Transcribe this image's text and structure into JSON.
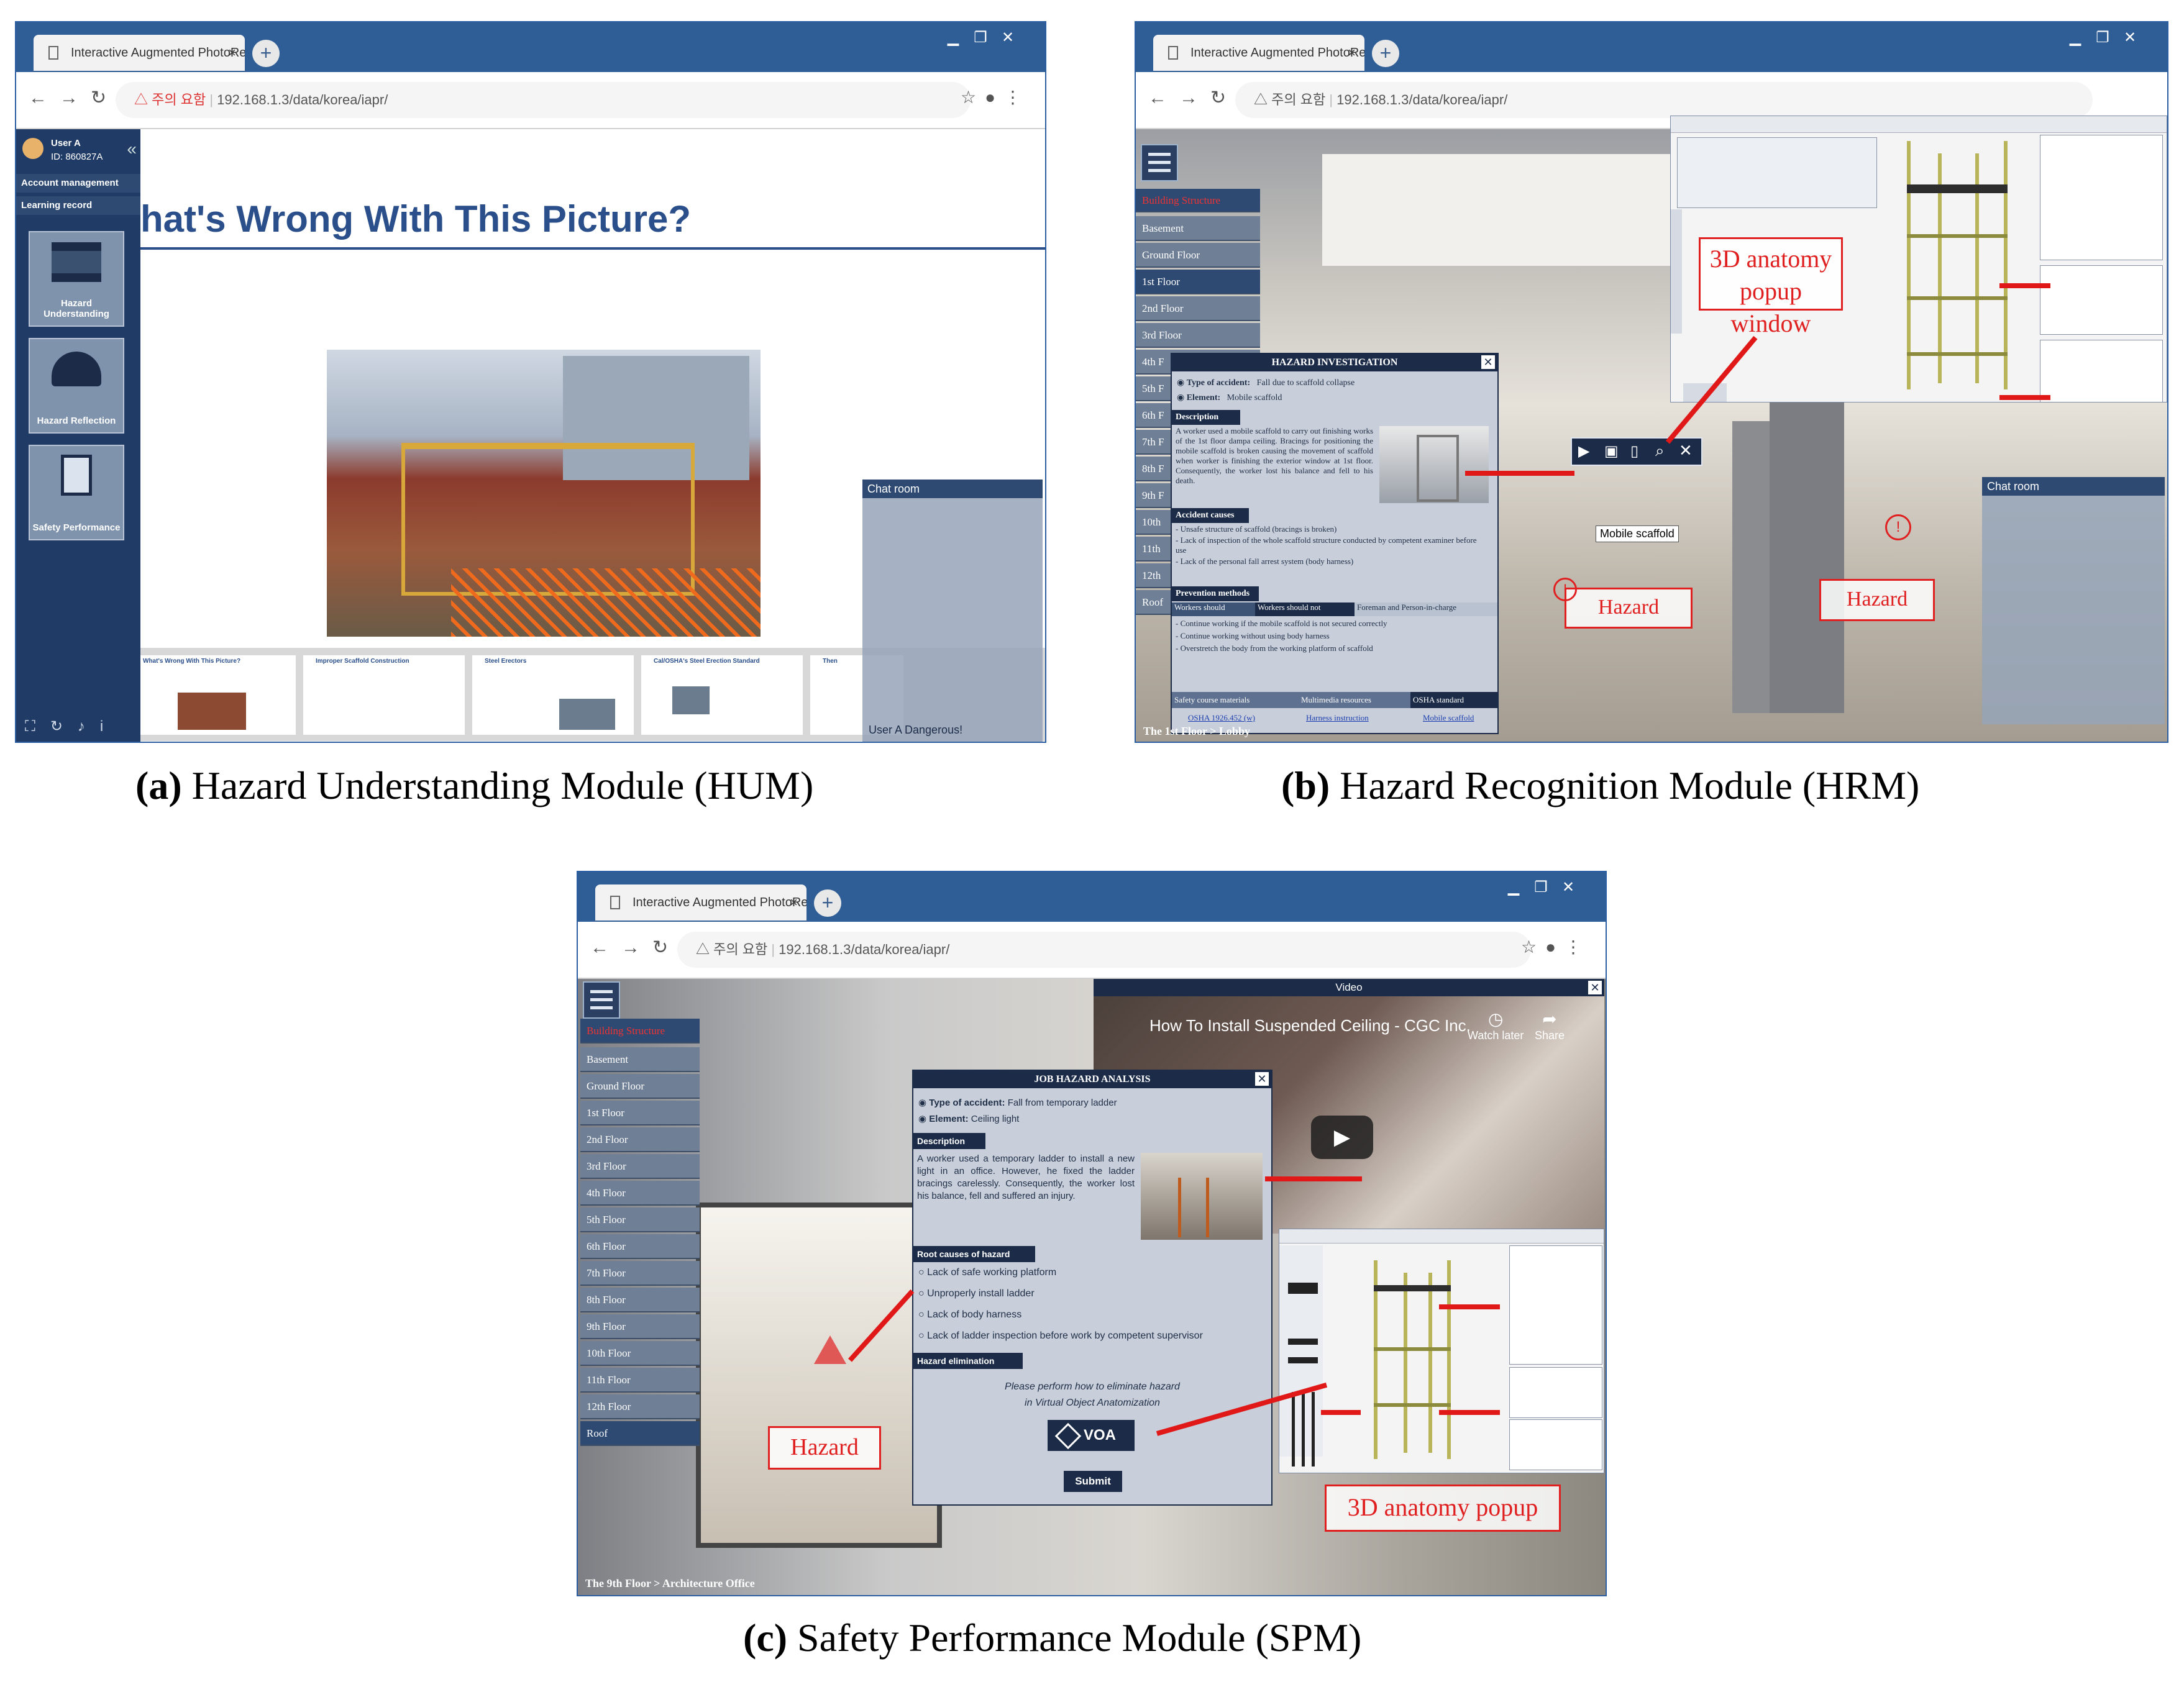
{
  "browser": {
    "tab_title": "Interactive Augmented PhotoRe",
    "tab_close": "×",
    "new_tab": "+",
    "address_warning": "△ 주의 요함",
    "address_url": "192.168.1.3/data/korea/iapr/",
    "window_controls": [
      "▁",
      "❐",
      "✕"
    ]
  },
  "panel_a": {
    "user_name": "User A",
    "user_id": "ID: 860827A",
    "account_management": "Account management",
    "learning_record": "Learning record",
    "modules": [
      {
        "label": "Hazard Understanding",
        "icon": "books-icon"
      },
      {
        "label": "Hazard Reflection",
        "icon": "hardhat-icon"
      },
      {
        "label": "Safety Performance",
        "icon": "clipboard-icon"
      }
    ],
    "slide_title": "hat's Wrong With This Picture?",
    "thumbnails": [
      "What's Wrong With This Picture?",
      "Improper Scaffold Construction",
      "Steel Erectors",
      "Cal/OSHA's Steel Erection Standard",
      "Then"
    ],
    "chat_title": "Chat room",
    "chat_message": "User A  Dangerous!",
    "caption_letter": "(a)",
    "caption_text": "Hazard Understanding Module (HUM)"
  },
  "panel_b": {
    "menu_header": "Building Structure",
    "menu_items": [
      "Basement",
      "Ground Floor",
      "1st Floor",
      "2nd Floor",
      "3rd Floor",
      "4th F",
      "5th F",
      "6th F",
      "7th F",
      "8th F",
      "9th F",
      "10th",
      "11th",
      "12th",
      "Roof"
    ],
    "dialog_title": "HAZARD INVESTIGATION",
    "type_label": "Type of accident:",
    "type_value": "Fall due to scaffold collapse",
    "element_label": "Element:",
    "element_value": "Mobile scaffold",
    "description_header": "Description",
    "description": "A worker used a mobile scaffold to carry out finishing works of the 1st floor dampa ceiling. Bracings for positioning the mobile scaffold is broken causing the movement of scaffold when worker is finishing the exterior window at 1st floor. Consequently, the worker lost his balance and fell to his death.",
    "causes_header": "Accident causes",
    "causes": [
      "- Unsafe structure of scaffold (bracings is broken)",
      "- Lack of inspection of the whole scaffold structure conducted by competent examiner before use",
      "- Lack of the personal fall arrest system (body harness)"
    ],
    "prevention_header": "Prevention methods",
    "prevention_tabs": [
      "Workers should",
      "Workers should not",
      "Foreman and Person-in-charge"
    ],
    "prevention": [
      "- Continue working if the mobile scaffold is not secured correctly",
      "- Continue working without using body harness",
      "- Overstretch the body from the working platform of scaffold"
    ],
    "resource_headers": [
      "Safety course materials",
      "Multimedia resources",
      "OSHA standard"
    ],
    "resource_links": [
      "OSHA 1926.452 (w)",
      "Harness instruction",
      "Mobile scaffold"
    ],
    "mobile_scaffold_tag": "Mobile scaffold",
    "hazard_labels": [
      "Hazard",
      "Hazard"
    ],
    "anatomy_label": "3D anatomy popup window",
    "chat_title": "Chat room",
    "location": "The 1st Floor > Lobby",
    "caption_letter": "(b)",
    "caption_text": "Hazard Recognition Module (HRM)"
  },
  "panel_c": {
    "menu_header": "Building Structure",
    "menu_items": [
      "Basement",
      "Ground Floor",
      "1st Floor",
      "2nd Floor",
      "3rd Floor",
      "4th Floor",
      "5th Floor",
      "6th Floor",
      "7th Floor",
      "8th Floor",
      "9th Floor",
      "10th Floor",
      "11th Floor",
      "12th Floor",
      "Roof"
    ],
    "video_title": "Video",
    "video_name": "How To Install Suspended Ceiling - CGC Inc.",
    "watch_later": "Watch later",
    "share": "Share",
    "dialog_title": "JOB HAZARD ANALYSIS",
    "type_label": "Type of accident:",
    "type_value": "Fall from temporary ladder",
    "element_label": "Element:",
    "element_value": "Ceiling light",
    "description_header": "Description",
    "description": "A worker used a temporary ladder to install a new light in an office. However, he fixed the ladder bracings carelessly. Consequently, the worker lost his balance, fell and suffered an injury.",
    "root_causes_header": "Root causes of hazard",
    "root_causes": [
      "Lack of safe working platform",
      "Unproperly install ladder",
      "Lack of body harness",
      "Lack of ladder inspection before work by competent supervisor"
    ],
    "elimination_header": "Hazard elimination",
    "elimination_text_1": "Please perform how to eliminate hazard",
    "elimination_text_2": "in Virtual Object Anatomization",
    "voa_button": "VOA",
    "submit_button": "Submit",
    "hazard_label": "Hazard",
    "anatomy_label": "3D anatomy popup",
    "location": "The 9th Floor > Architecture Office",
    "caption_letter": "(c)",
    "caption_text": "Safety Performance Module (SPM)"
  },
  "colors": {
    "browser_frame": "#2f5d96",
    "menu_dark": "#1c2c48",
    "menu_item": "#6e7f96",
    "annotation_red": "#e02020"
  }
}
